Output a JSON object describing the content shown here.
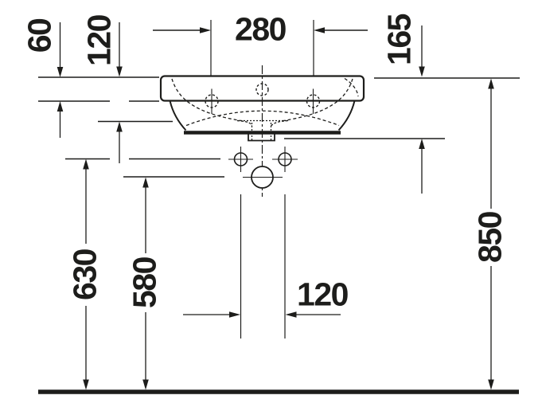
{
  "drawing": {
    "type": "technical-dimension-drawing",
    "subject": "wall-mounted washbasin, front elevation",
    "unit": "mm",
    "colors": {
      "ink": "#1d1d1b",
      "background": "#ffffff"
    },
    "dimensions": {
      "tap_hole_spacing": "280",
      "rim_band_height": "60",
      "rim_to_outlet": "120",
      "rim_to_underside": "165",
      "floor_to_fixing_holes": "630",
      "floor_to_drain_center": "580",
      "fixing_hole_spacing": "120",
      "floor_to_rim": "850"
    }
  }
}
